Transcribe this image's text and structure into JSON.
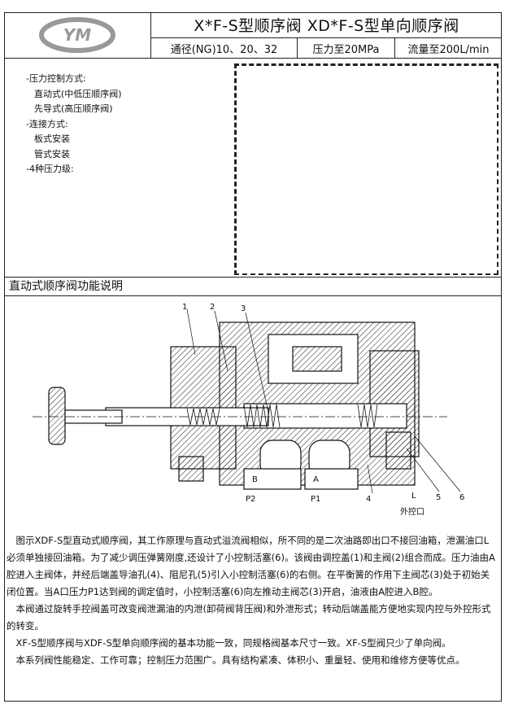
{
  "logo": {
    "text": "YM"
  },
  "header": {
    "title": "X*F-S型顺序阀 XD*F-S型单向顺序阀",
    "size": "通径(NG)10、20、32",
    "pressure": "压力至20MPa",
    "flow": "流量至200L/min"
  },
  "features": [
    {
      "text": "-压力控制方式:",
      "indent": false
    },
    {
      "text": "直动式(中低压顺序阀)",
      "indent": true
    },
    {
      "text": "先导式(高压顺序阀)",
      "indent": true
    },
    {
      "text": "-连接方式:",
      "indent": false
    },
    {
      "text": "板式安装",
      "indent": true
    },
    {
      "text": "管式安装",
      "indent": true
    },
    {
      "text": "-4种压力级:",
      "indent": false
    }
  ],
  "section_title": "直动式顺序阀功能说明",
  "drawing": {
    "callouts": [
      "1",
      "2",
      "3",
      "4",
      "5",
      "6"
    ],
    "ports": {
      "b": "B",
      "a": "A",
      "p2": "P2",
      "p1": "P1",
      "l": "L",
      "ext": "外控口"
    }
  },
  "description": [
    "　图示XDF-S型直动式顺序阀，其工作原理与直动式溢流阀相似，所不同的是二次油路即出口不接回油箱，泄漏油口L必须单独接回油箱。为了减少调压弹簧刚度,还设计了小控制活塞(6)。该阀由调控盖(1)和主阀(2)组合而成。压力油由A腔进入主阀体，并经后端盖导油孔(4)、阻尼孔(5)引入小控制活塞(6)的右侧。在平衡簧的作用下主阀芯(3)处于初始关闭位置。当A口压力P1达到阀的调定值时，小控制活塞(6)向左推动主阀芯(3)开启，油液由A腔进入B腔。",
    "　本阀通过旋转手控阀盖可改变阀泄漏油的内泄(卸荷阀背压阀)和外泄形式；转动后端盖能方便地实现内控与外控形式的转变。",
    "　XF-S型顺序阀与XDF-S型单向顺序阀的基本功能一致，同规格阀基本尺寸一致。XF-S型阀只少了单向阀。",
    "　本系列阀性能稳定、工作可靠；控制压力范围广。具有结构紧凑、体积小、重量轻、使用和维修方便等优点。"
  ]
}
